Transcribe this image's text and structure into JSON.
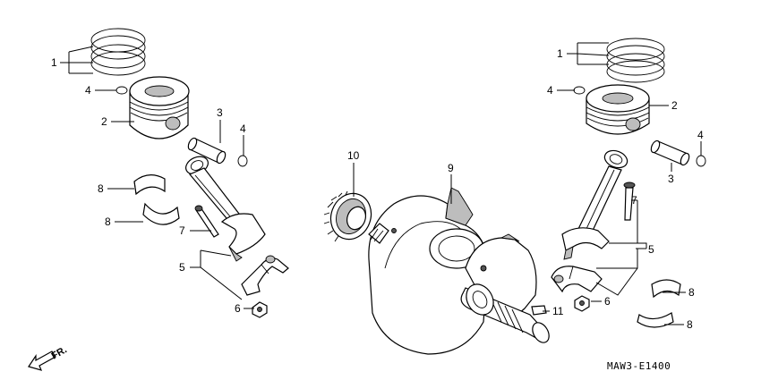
{
  "diagram_code": "MAW3-E1400",
  "direction_label": "FR.",
  "callouts": {
    "c1": "1",
    "c2": "2",
    "c3": "3",
    "c4": "4",
    "c5": "5",
    "c6": "6",
    "c7": "7",
    "c8": "8",
    "c9": "9",
    "c10": "10",
    "c11": "11"
  }
}
